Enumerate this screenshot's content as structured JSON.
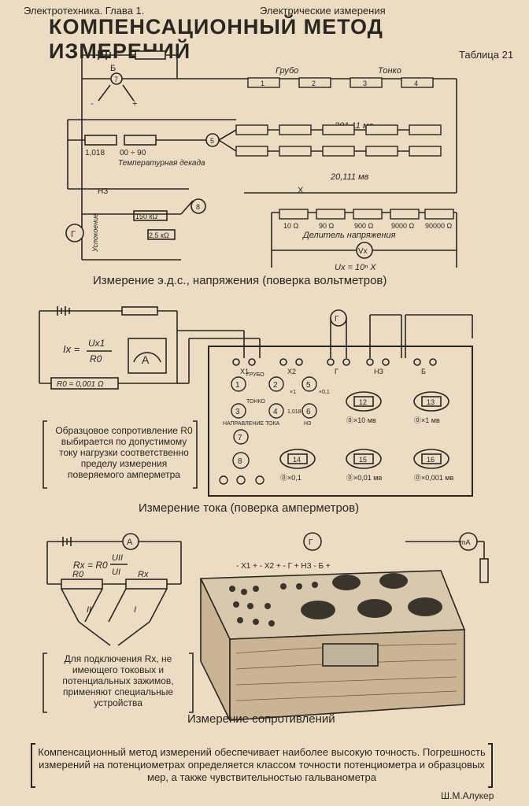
{
  "header": {
    "left": "Электротехника. Глава 1.",
    "center": "Электрические измерения",
    "title": "КОМПЕНСАЦИОННЫЙ МЕТОД ИЗМЕРЕНИЙ",
    "table": "Таблица 21"
  },
  "diagram1": {
    "caption": "Измерение э.д.с., напряжения (поверка вольтметров)",
    "battery_label": "Б",
    "coarse": "Грубо",
    "fine": "Тонко",
    "resistor_main": "1,018",
    "decade_range": "00 ÷ 90",
    "temp_decade": "Температурная декада",
    "upper_value": "201,11 мв",
    "lower_value": "20,111 мв",
    "nz": "НЗ",
    "x_label": "X",
    "r150k": "150 кΩ",
    "r25k": "2,5 кΩ",
    "galv": "Г",
    "damping": "Успокоение",
    "divider": "Делитель напряжения",
    "div_values": [
      "10 Ω",
      "90 Ω",
      "900 Ω",
      "9000 Ω",
      "90000 Ω"
    ],
    "vx": "Vx",
    "ux_formula": "Ux = 10ⁿ X"
  },
  "diagram2": {
    "caption": "Измерение тока (поверка амперметров)",
    "formula_left": "Ix =",
    "formula_num": "Ux1",
    "formula_den": "R0",
    "r0_label": "R0 = 0,001 Ω",
    "ammeter": "A",
    "note": "Образцовое сопротивление R0 выбирается по допустимому току нагрузки соответственно пределу измерения поверяемого амперметра",
    "terminals": [
      "X1",
      "X2",
      "Г",
      "НЗ",
      "Б"
    ],
    "panel_labels": {
      "coarse": "ГРУБО",
      "fine": "ТОНКО",
      "dir": "НАПРАВЛЕНИЕ ТОКА",
      "nz": "НЗ",
      "x1": "×1",
      "x01": "×0,1",
      "v1018": "1,018"
    },
    "knobs": [
      {
        "num": "12",
        "label": "⓪×10 мв"
      },
      {
        "num": "13",
        "label": "⓪×1 мв"
      },
      {
        "num": "14",
        "label": "⓪×0,1"
      },
      {
        "num": "15",
        "label": "⓪×0,01 мв"
      },
      {
        "num": "16",
        "label": "⓪×0,001 мв"
      }
    ]
  },
  "diagram3": {
    "caption": "Измерение сопротивлений",
    "formula": "Rx = R0",
    "formula_num": "UII",
    "formula_den": "UI",
    "r0": "R0",
    "rx": "Rx",
    "n1": "II",
    "n2": "I",
    "ammeter": "A",
    "milliammeter": "mA",
    "note": "Для подключения Rx, не имеющего токовых и потенциальных зажимов, применяют специальные устройства",
    "top_labels": "- X1 + - X2 + - Г + НЗ - Б +"
  },
  "footer": "Компенсационный метод измерений обеспечивает наиболее высокую точность. Погрешность измерений на потенциометрах определяется классом точности потенциометра и образцовых мер, а также чувствительностью гальванометра",
  "signature": "Ш.М.Алукер"
}
